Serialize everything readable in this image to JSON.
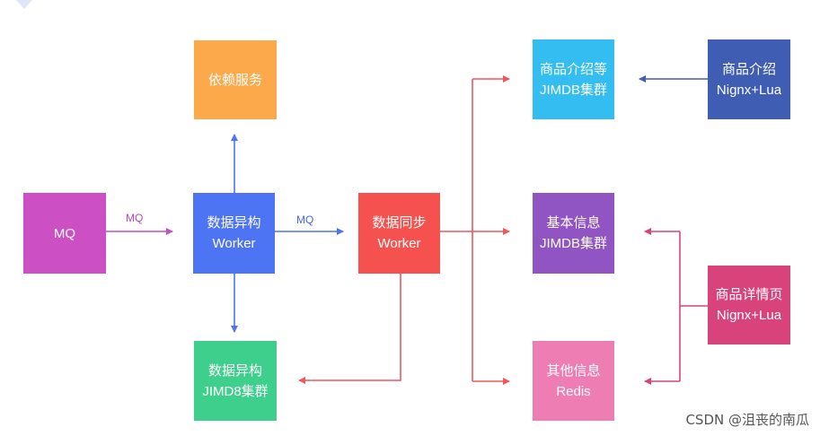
{
  "nodes": {
    "mq": {
      "lines": [
        "MQ"
      ],
      "color": "#cc4fc4"
    },
    "dep_service": {
      "lines": [
        "依赖服务"
      ],
      "color": "#fba94b"
    },
    "hetero_worker": {
      "lines": [
        "数据异构",
        "Worker"
      ],
      "color": "#4d74f2"
    },
    "sync_worker": {
      "lines": [
        "数据同步",
        "Worker"
      ],
      "color": "#f5524f"
    },
    "hetero_jimdb": {
      "lines": [
        "数据异构",
        "JIMD8集群"
      ],
      "color": "#3fcf8d"
    },
    "intro_jimdb": {
      "lines": [
        "商品介绍等",
        "JIMDB集群"
      ],
      "color": "#33bdf0"
    },
    "basic_jimdb": {
      "lines": [
        "基本信息",
        "JIMDB集群"
      ],
      "color": "#9055c3"
    },
    "other_redis": {
      "lines": [
        "其他信息",
        "Redis"
      ],
      "color": "#ee7db3"
    },
    "intro_nginx": {
      "lines": [
        "商品介绍",
        "Nignx+Lua"
      ],
      "color": "#3f5db3"
    },
    "detail_nginx": {
      "lines": [
        "商品详情页",
        "Nignx+Lua"
      ],
      "color": "#d9437c"
    }
  },
  "edge_labels": {
    "mq_to_worker": {
      "text": "MQ",
      "color": "#c03fbe"
    },
    "worker_to_sync": {
      "text": "MQ",
      "color": "#4466ee"
    }
  },
  "edge_colors": {
    "magenta": "#c74fc4",
    "blue": "#4d74f2",
    "red": "#f0575a",
    "navy": "#3f5db3",
    "pink": "#d9437c"
  },
  "watermark": "CSDN @沮丧的南瓜"
}
